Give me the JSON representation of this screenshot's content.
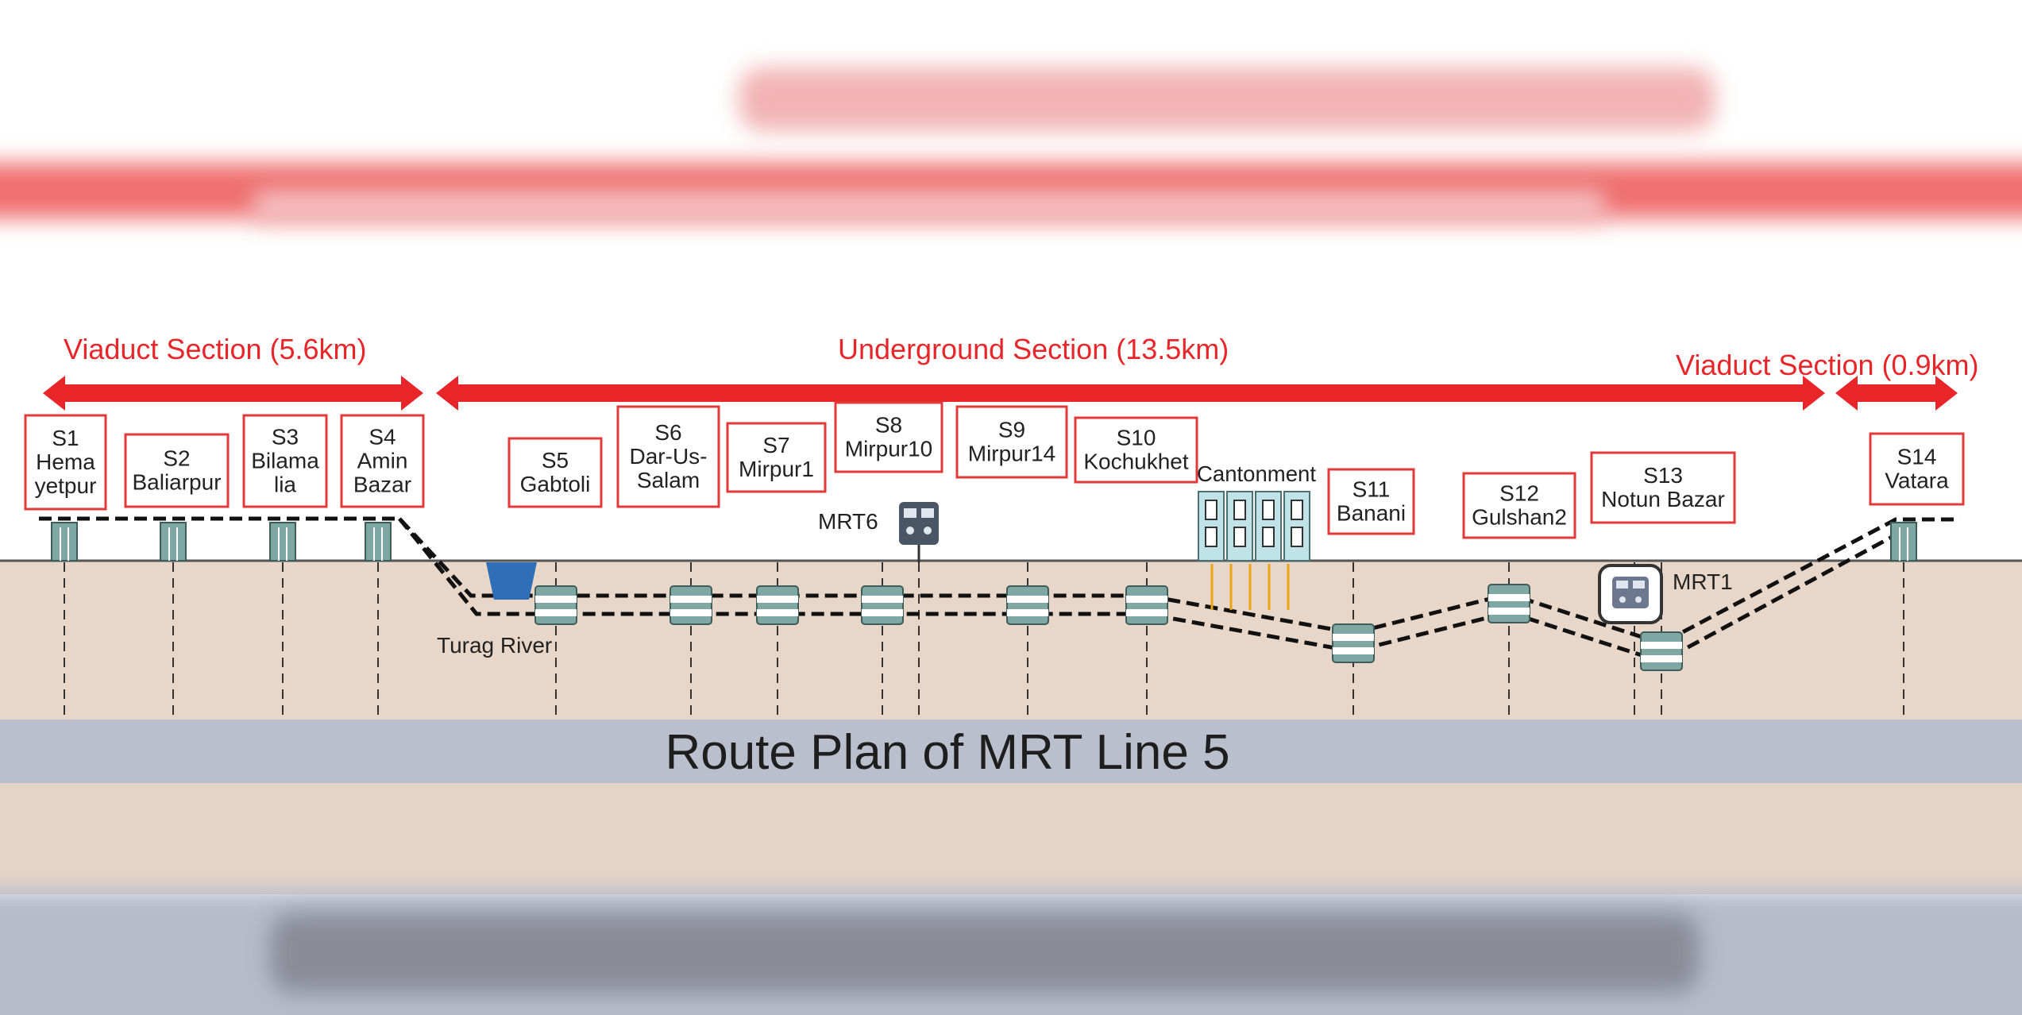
{
  "diagram": {
    "caption": "Route Plan of MRT Line 5",
    "sections": [
      {
        "label": "Viaduct Section (5.6km)"
      },
      {
        "label": "Underground Section (13.5km)"
      },
      {
        "label": "Viaduct Section (0.9km)"
      }
    ],
    "stations": [
      {
        "code": "S1",
        "name_lines": [
          "Hema",
          "yetpur"
        ],
        "type": "viaduct"
      },
      {
        "code": "S2",
        "name_lines": [
          "Baliarpur"
        ],
        "type": "viaduct"
      },
      {
        "code": "S3",
        "name_lines": [
          "Bilama",
          "lia"
        ],
        "type": "viaduct"
      },
      {
        "code": "S4",
        "name_lines": [
          "Amin",
          "Bazar"
        ],
        "type": "viaduct"
      },
      {
        "code": "S5",
        "name_lines": [
          "Gabtoli"
        ],
        "type": "underground"
      },
      {
        "code": "S6",
        "name_lines": [
          "Dar-Us-",
          "Salam"
        ],
        "type": "underground"
      },
      {
        "code": "S7",
        "name_lines": [
          "Mirpur1"
        ],
        "type": "underground"
      },
      {
        "code": "S8",
        "name_lines": [
          "Mirpur10"
        ],
        "type": "underground"
      },
      {
        "code": "S9",
        "name_lines": [
          "Mirpur14"
        ],
        "type": "underground"
      },
      {
        "code": "S10",
        "name_lines": [
          "Kochukhet"
        ],
        "type": "underground"
      },
      {
        "code": "S11",
        "name_lines": [
          "Banani"
        ],
        "type": "underground"
      },
      {
        "code": "S12",
        "name_lines": [
          "Gulshan2"
        ],
        "type": "underground"
      },
      {
        "code": "S13",
        "name_lines": [
          "Notun Bazar"
        ],
        "type": "underground"
      },
      {
        "code": "S14",
        "name_lines": [
          "Vatara"
        ],
        "type": "viaduct"
      }
    ],
    "landmarks": {
      "river": "Turag River",
      "cantonment": "Cantonment",
      "mrt6": "MRT6",
      "mrt1": "MRT1"
    },
    "colors": {
      "section_red": "#e8262a",
      "ground": "#e8d6c8",
      "caption_band": "#b9bfcc",
      "station_box": "#e23a3a",
      "tunnel_station": "#7fa7a3",
      "river": "#2f6fb7",
      "foundation": "#e8a417"
    }
  }
}
